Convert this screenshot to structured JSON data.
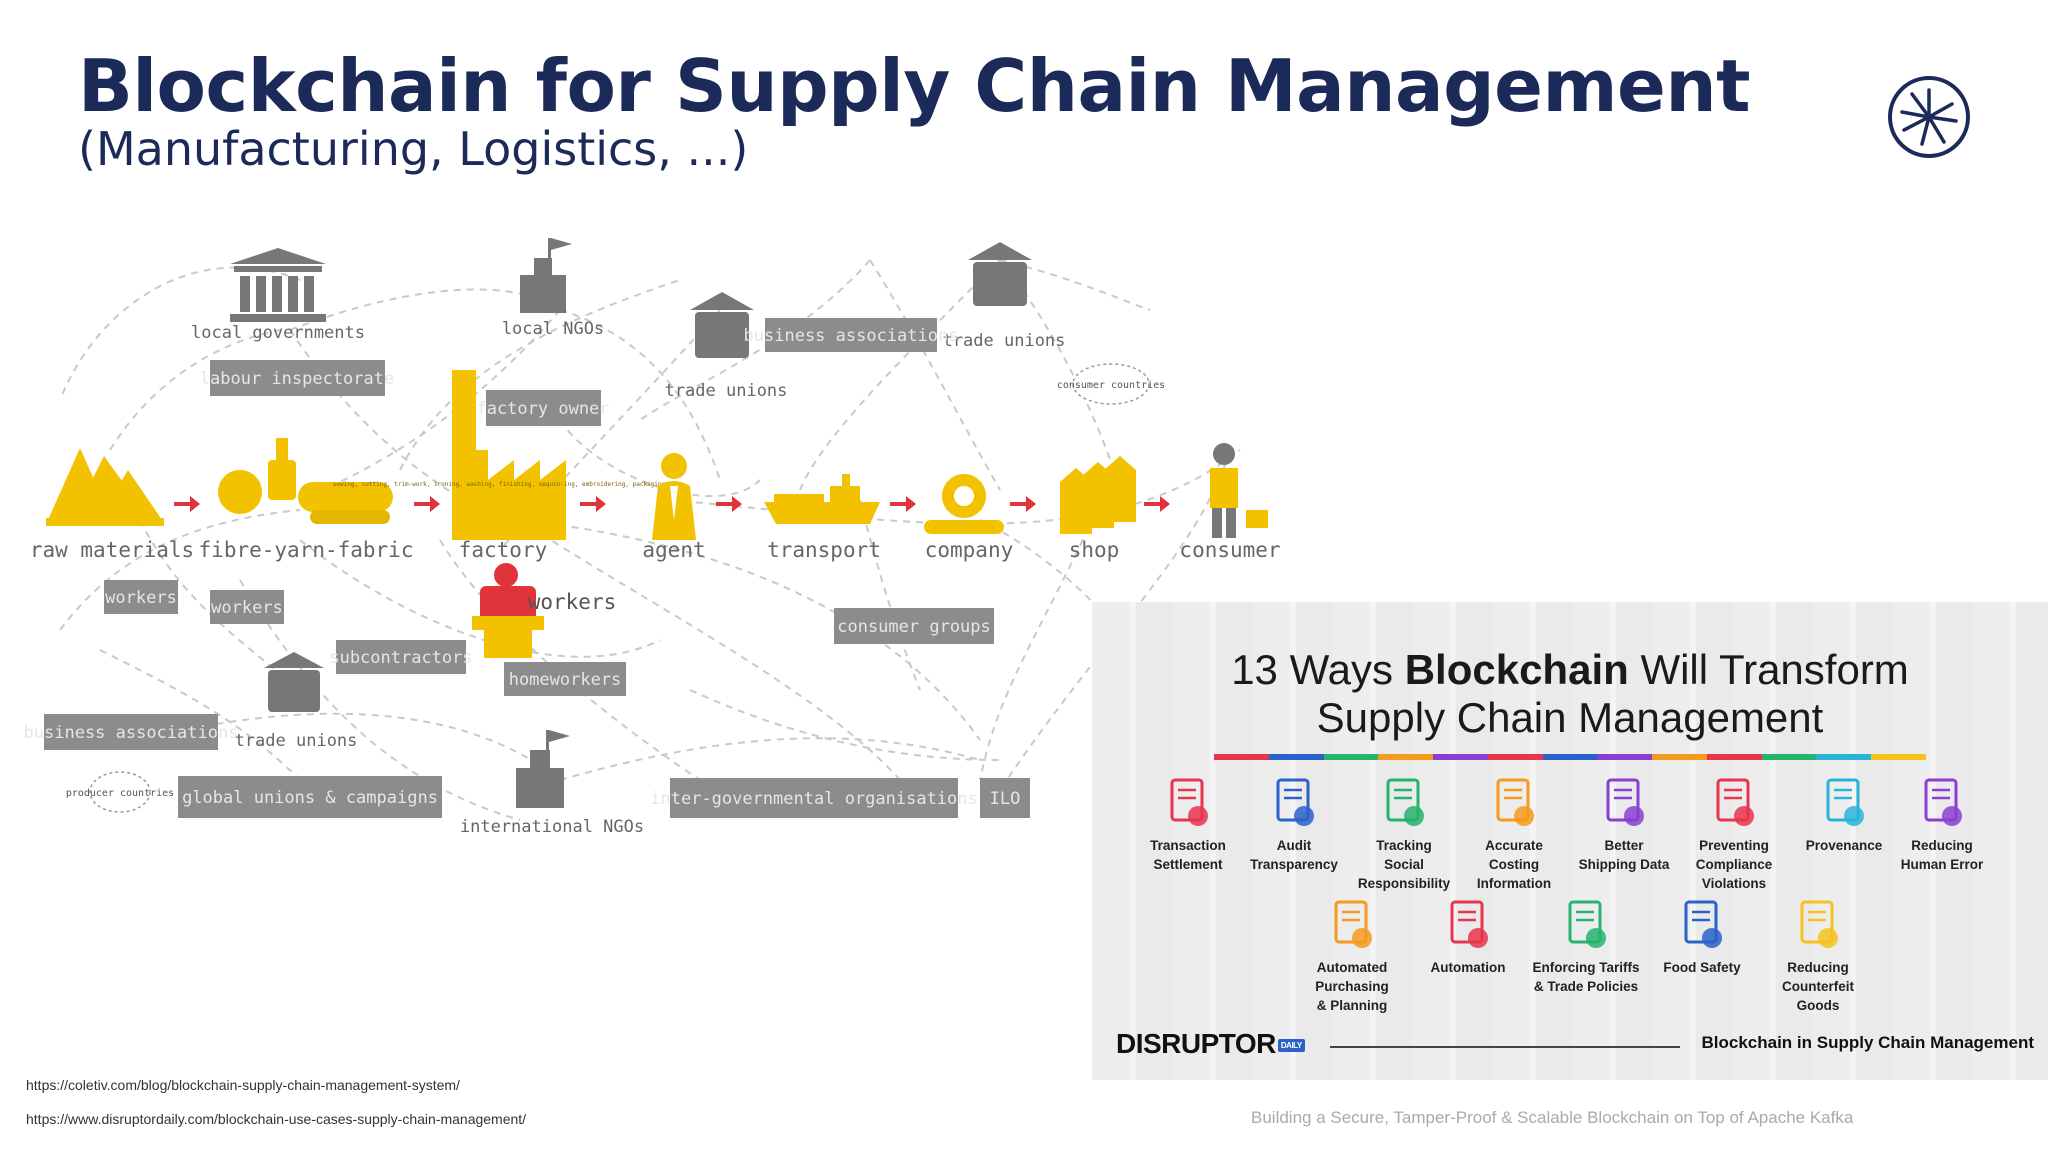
{
  "slide": {
    "title": "Blockchain for Supply Chain Management",
    "subtitle": "(Manufacturing, Logistics, ...)",
    "footer": "Building a Secure, Tamper-Proof & Scalable Blockchain on Top of Apache Kafka",
    "sources": [
      "https://coletiv.com/blog/blockchain-supply-chain-management-system/",
      "https://www.disruptordaily.com/blockchain-use-cases-supply-chain-management/"
    ],
    "logo_icon": "starburst-logo-icon"
  },
  "diagram": {
    "chain": [
      "raw materials",
      "fibre-yarn-fabric",
      "factory",
      "agent",
      "transport",
      "company",
      "shop",
      "consumer"
    ],
    "top_labels": {
      "local_governments": "local governments",
      "local_ngos": "local NGOs",
      "trade_unions_top": "trade unions",
      "trade_unions_mid": "trade unions",
      "trade_unions_low": "trade unions",
      "international_ngos": "international NGOs",
      "workers_mid": "workers",
      "consumer_countries": "consumer countries",
      "producer_countries": "producer countries"
    },
    "factory_note": "sewing, cutting, trim-work, ironing, washing, finishing, sequin-ing, embroidering, packaging, etc",
    "boxes": {
      "labour_inspectorate": "labour inspectorate",
      "factory_owner": "factory owner",
      "business_associations_top": "business associations",
      "workers_a": "workers",
      "workers_b": "workers",
      "subcontractors": "subcontractors",
      "homeworkers": "homeworkers",
      "consumer_groups": "consumer groups",
      "business_associations_low": "business associations",
      "global_unions": "global unions & campaigns",
      "inter_governmental": "inter-governmental organisations",
      "ilo": "ILO"
    },
    "accent_color": "#f2c200",
    "arrow_color": "#e0343a"
  },
  "infographic": {
    "title_pre": "13 Ways ",
    "title_bold": "Blockchain",
    "title_post": " Will Transform",
    "title_line2": "Supply Chain Management",
    "brand": "DISRUPTOR",
    "brand_badge": "DAILY",
    "caption": "Blockchain in Supply Chain Management",
    "bar_colors": [
      "#e8344e",
      "#2a62c9",
      "#26b36b",
      "#f59a1f",
      "#8a3fd1",
      "#e8344e",
      "#2a62c9",
      "#8a3fd1",
      "#f59a1f",
      "#e8344e",
      "#26b36b",
      "#2ab3d9",
      "#f5c21f"
    ],
    "items": [
      {
        "line1": "Transaction",
        "line2": "Settlement",
        "line3": "",
        "color": "#e8344e",
        "icon": "handshake-icon"
      },
      {
        "line1": "Audit",
        "line2": "Transparency",
        "line3": "",
        "color": "#2a62c9",
        "icon": "audit-document-icon"
      },
      {
        "line1": "Tracking",
        "line2": "Social",
        "line3": "Responsibility",
        "color": "#26b36b",
        "icon": "globe-hands-icon"
      },
      {
        "line1": "Accurate",
        "line2": "Costing",
        "line3": "Information",
        "color": "#f59a1f",
        "icon": "cost-report-icon"
      },
      {
        "line1": "Better",
        "line2": "Shipping Data",
        "line3": "",
        "color": "#8a3fd1",
        "icon": "shipping-truck-icon"
      },
      {
        "line1": "Preventing",
        "line2": "Compliance",
        "line3": "Violations",
        "color": "#e8344e",
        "icon": "compliance-shield-icon"
      },
      {
        "line1": "Provenance",
        "line2": "",
        "line3": "",
        "color": "#2ab3d9",
        "icon": "provenance-network-icon"
      },
      {
        "line1": "Reducing",
        "line2": "Human Error",
        "line3": "",
        "color": "#8a3fd1",
        "icon": "human-error-icon"
      },
      {
        "line1": "Automated",
        "line2": "Purchasing",
        "line3": "& Planning",
        "color": "#f59a1f",
        "icon": "robot-icon"
      },
      {
        "line1": "Automation",
        "line2": "",
        "line3": "",
        "color": "#e8344e",
        "icon": "robot-arm-icon"
      },
      {
        "line1": "Enforcing Tariffs",
        "line2": "& Trade Policies",
        "line3": "",
        "color": "#26b36b",
        "icon": "tariff-document-icon"
      },
      {
        "line1": "Food Safety",
        "line2": "",
        "line3": "",
        "color": "#2a62c9",
        "icon": "food-safety-icon"
      },
      {
        "line1": "Reducing",
        "line2": "Counterfeit",
        "line3": "Goods",
        "color": "#f5c21f",
        "icon": "counterfeit-box-icon"
      }
    ]
  }
}
